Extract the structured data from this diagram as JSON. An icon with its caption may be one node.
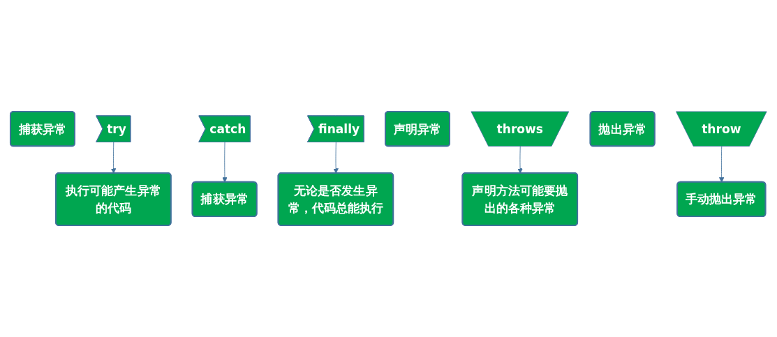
{
  "diagram": {
    "nodes": [
      {
        "text": [
          "捕获异常"
        ]
      },
      {
        "text": [
          "try"
        ]
      },
      {
        "text": [
          "执行可能产生异常的代码"
        ]
      },
      {
        "text": [
          "catch"
        ]
      },
      {
        "text": [
          "捕获异常"
        ]
      },
      {
        "text": [
          "finally"
        ]
      },
      {
        "text": [
          "无论是否发生异常，代码总能执行"
        ]
      },
      {
        "text": [
          "声明异常"
        ]
      },
      {
        "text": [
          "throws"
        ]
      },
      {
        "text": [
          "声明方法可能要抛出的各种异常"
        ]
      },
      {
        "text": [
          "抛出异常"
        ]
      },
      {
        "text": [
          "throw"
        ]
      },
      {
        "text": [
          "手动抛出异常"
        ]
      }
    ],
    "edges": [
      {
        "from": 1,
        "to": 2,
        "arrow": "to"
      },
      {
        "from": 3,
        "to": 4,
        "arrow": "to"
      },
      {
        "from": 5,
        "to": 6,
        "arrow": "to"
      },
      {
        "from": 8,
        "to": 9,
        "arrow": "to"
      },
      {
        "from": 11,
        "to": 12,
        "arrow": "to"
      }
    ]
  }
}
